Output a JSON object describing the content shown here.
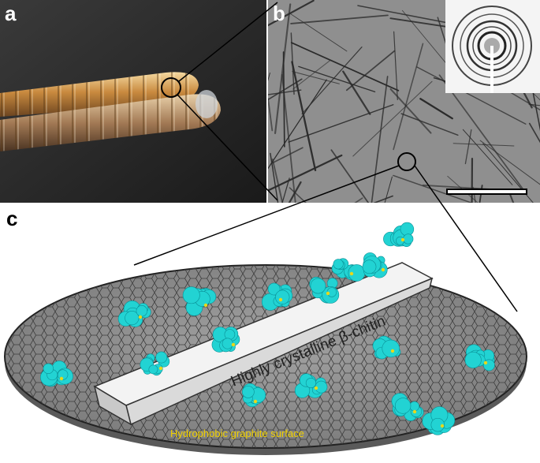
{
  "panels": {
    "a": {
      "letter": "a"
    },
    "b": {
      "letter": "b"
    },
    "c": {
      "letter": "c"
    }
  },
  "labels": {
    "rod": "Highly crystalline β-chitin",
    "surface": "Hydrophobic graphite surface"
  },
  "colors": {
    "protein": "#22d3d3",
    "protein_accent": "#e8d81a",
    "surface_label": "#f0d000",
    "disc": "#8a8a8a",
    "rod_top": "#f2f2f2",
    "rod_side": "#d9d9d9"
  }
}
